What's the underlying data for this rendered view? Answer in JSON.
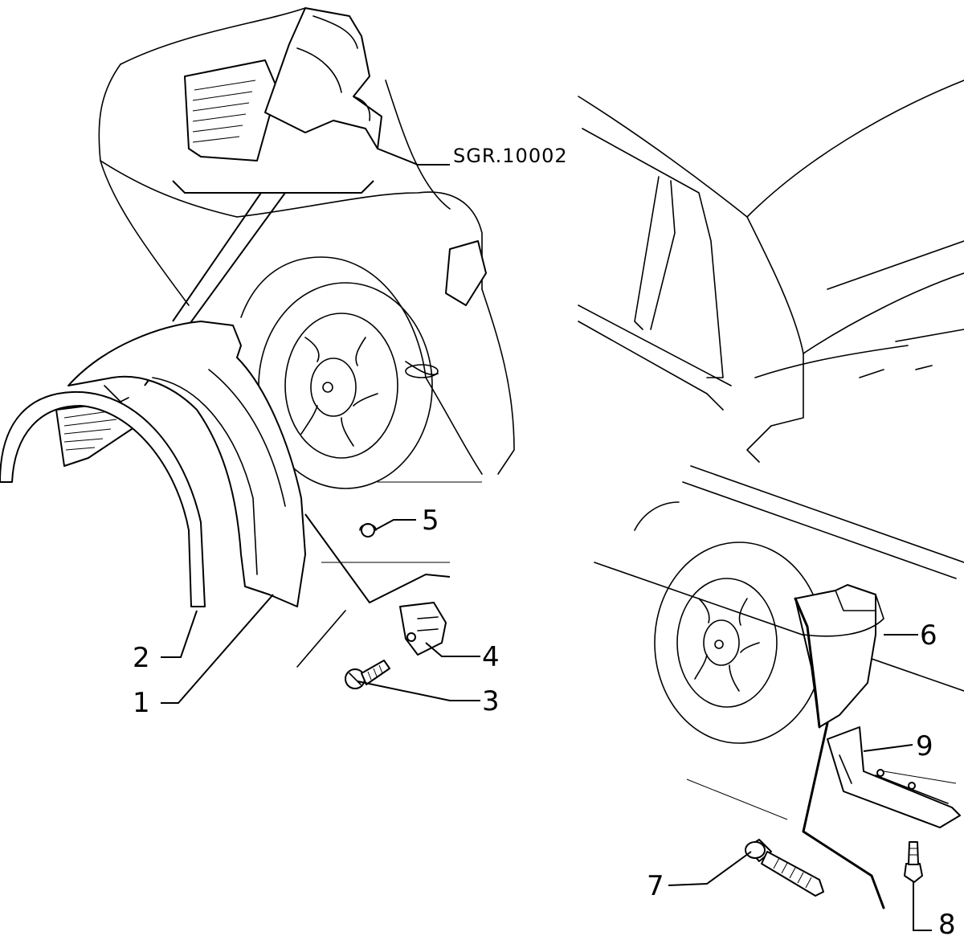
{
  "reference_code": "SGR.10002",
  "callouts": [
    {
      "id": "1",
      "label": "1"
    },
    {
      "id": "2",
      "label": "2"
    },
    {
      "id": "3",
      "label": "3"
    },
    {
      "id": "4",
      "label": "4"
    },
    {
      "id": "5",
      "label": "5"
    },
    {
      "id": "6",
      "label": "6"
    },
    {
      "id": "7",
      "label": "7"
    },
    {
      "id": "8",
      "label": "8"
    },
    {
      "id": "9",
      "label": "9"
    }
  ],
  "colors": {
    "ink": "#000000",
    "paper": "#ffffff"
  }
}
